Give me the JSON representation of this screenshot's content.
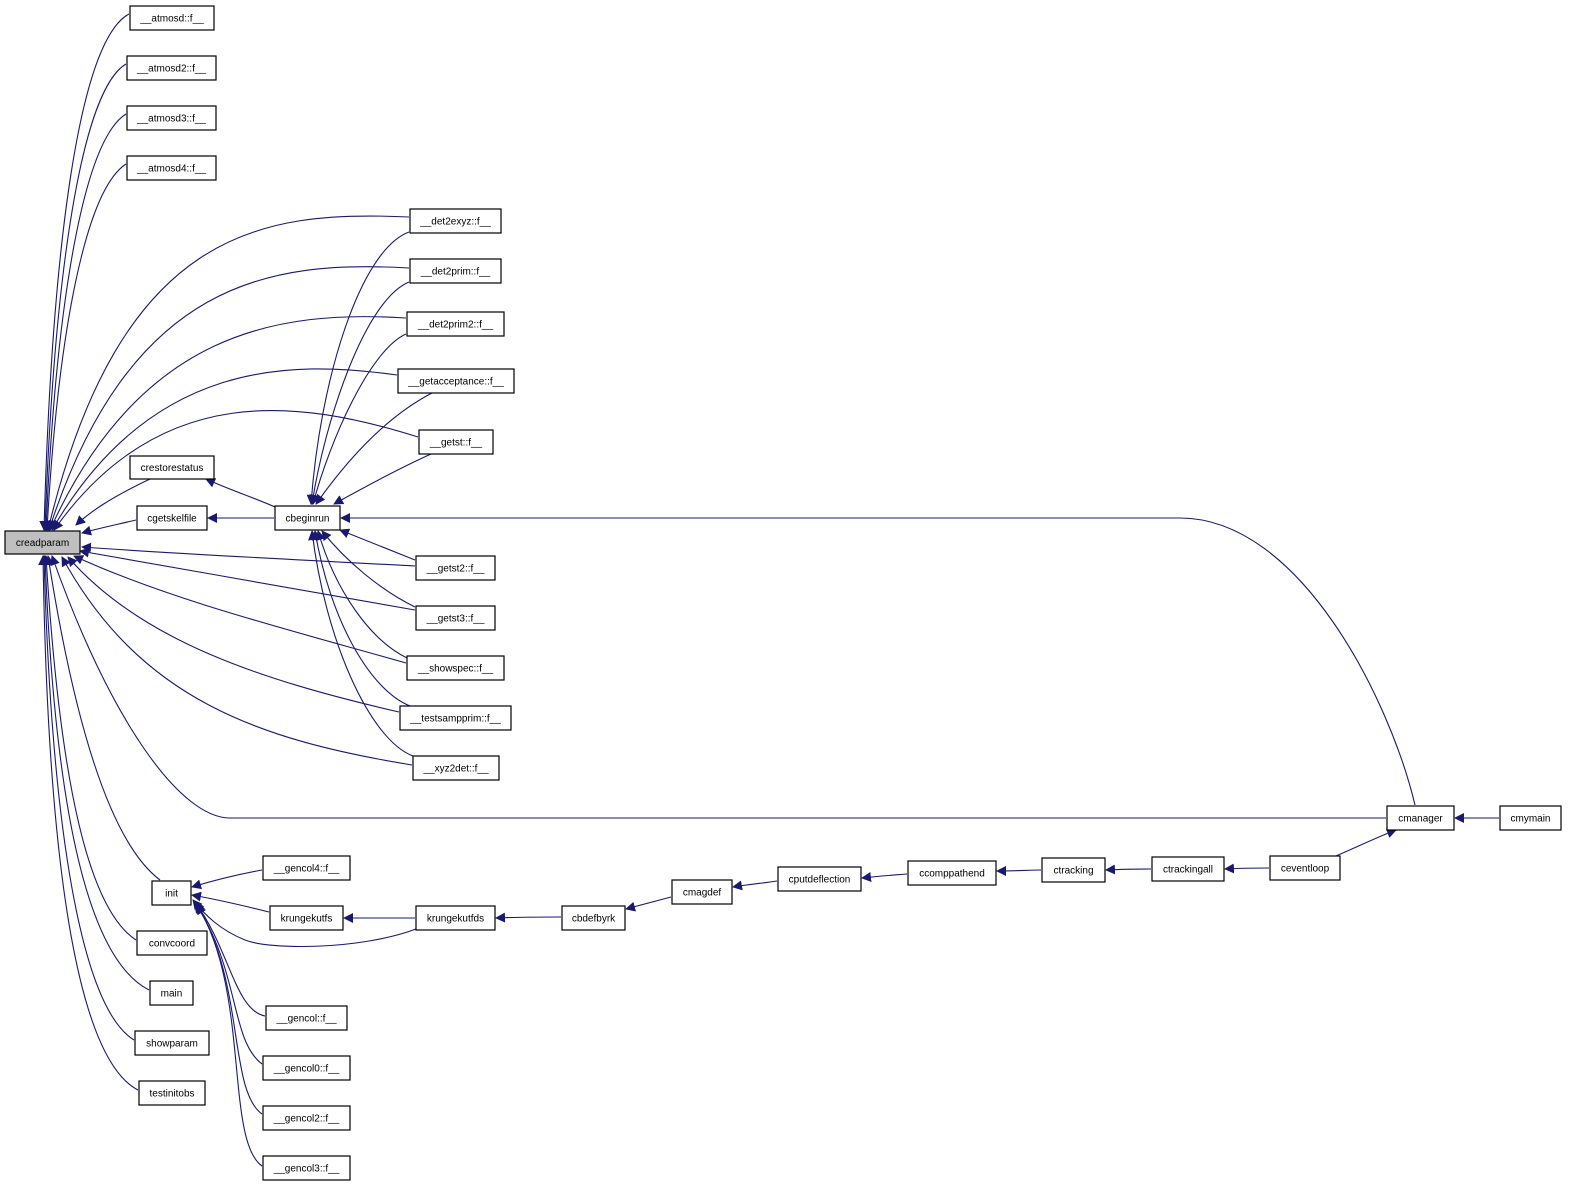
{
  "diagram": {
    "focus_node": "creadparam",
    "edge_color": "#191970",
    "focus_fill": "#bfbfbf",
    "nodes": [
      {
        "id": "creadparam",
        "label": "creadparam"
      },
      {
        "id": "atmosd",
        "label": "__atmosd::f__"
      },
      {
        "id": "atmosd2",
        "label": "__atmosd2::f__"
      },
      {
        "id": "atmosd3",
        "label": "__atmosd3::f__"
      },
      {
        "id": "atmosd4",
        "label": "__atmosd4::f__"
      },
      {
        "id": "det2exyz",
        "label": "__det2exyz::f__"
      },
      {
        "id": "det2prim",
        "label": "__det2prim::f__"
      },
      {
        "id": "det2prim2",
        "label": "__det2prim2::f__"
      },
      {
        "id": "getacceptance",
        "label": "__getacceptance::f__"
      },
      {
        "id": "getst",
        "label": "__getst::f__"
      },
      {
        "id": "crestorestatus",
        "label": "crestorestatus"
      },
      {
        "id": "cgetskelfile",
        "label": "cgetskelfile"
      },
      {
        "id": "cbeginrun",
        "label": "cbeginrun"
      },
      {
        "id": "getst2",
        "label": "__getst2::f__"
      },
      {
        "id": "getst3",
        "label": "__getst3::f__"
      },
      {
        "id": "showspec",
        "label": "__showspec::f__"
      },
      {
        "id": "testsampprim",
        "label": "__testsampprim::f__"
      },
      {
        "id": "xyz2det",
        "label": "__xyz2det::f__"
      },
      {
        "id": "cmanager",
        "label": "cmanager"
      },
      {
        "id": "cmymain",
        "label": "cmymain"
      },
      {
        "id": "gencol4",
        "label": "__gencol4::f__"
      },
      {
        "id": "init",
        "label": "init"
      },
      {
        "id": "krungekutfs",
        "label": "krungekutfs"
      },
      {
        "id": "krungekutfds",
        "label": "krungekutfds"
      },
      {
        "id": "cbdefbyrk",
        "label": "cbdefbyrk"
      },
      {
        "id": "cmagdef",
        "label": "cmagdef"
      },
      {
        "id": "cputdeflection",
        "label": "cputdeflection"
      },
      {
        "id": "ccomppathend",
        "label": "ccomppathend"
      },
      {
        "id": "ctracking",
        "label": "ctracking"
      },
      {
        "id": "ctrackingall",
        "label": "ctrackingall"
      },
      {
        "id": "ceventloop",
        "label": "ceventloop"
      },
      {
        "id": "convcoord",
        "label": "convcoord"
      },
      {
        "id": "main",
        "label": "main"
      },
      {
        "id": "showparam",
        "label": "showparam"
      },
      {
        "id": "testinitobs",
        "label": "testinitobs"
      },
      {
        "id": "gencol",
        "label": "__gencol::f__"
      },
      {
        "id": "gencol0",
        "label": "__gencol0::f__"
      },
      {
        "id": "gencol2",
        "label": "__gencol2::f__"
      },
      {
        "id": "gencol3",
        "label": "__gencol3::f__"
      }
    ],
    "edges": [
      {
        "from": "atmosd",
        "to": "creadparam"
      },
      {
        "from": "atmosd2",
        "to": "creadparam"
      },
      {
        "from": "atmosd3",
        "to": "creadparam"
      },
      {
        "from": "atmosd4",
        "to": "creadparam"
      },
      {
        "from": "det2exyz",
        "to": "creadparam"
      },
      {
        "from": "det2prim",
        "to": "creadparam"
      },
      {
        "from": "det2prim2",
        "to": "creadparam"
      },
      {
        "from": "getacceptance",
        "to": "creadparam"
      },
      {
        "from": "getst",
        "to": "creadparam"
      },
      {
        "from": "crestorestatus",
        "to": "creadparam"
      },
      {
        "from": "cgetskelfile",
        "to": "creadparam"
      },
      {
        "from": "getst2",
        "to": "creadparam"
      },
      {
        "from": "getst3",
        "to": "creadparam"
      },
      {
        "from": "showspec",
        "to": "creadparam"
      },
      {
        "from": "testsampprim",
        "to": "creadparam"
      },
      {
        "from": "xyz2det",
        "to": "creadparam"
      },
      {
        "from": "cmanager",
        "to": "creadparam"
      },
      {
        "from": "init",
        "to": "creadparam"
      },
      {
        "from": "convcoord",
        "to": "creadparam"
      },
      {
        "from": "main",
        "to": "creadparam"
      },
      {
        "from": "showparam",
        "to": "creadparam"
      },
      {
        "from": "testinitobs",
        "to": "creadparam"
      },
      {
        "from": "cbeginrun",
        "to": "crestorestatus"
      },
      {
        "from": "cbeginrun",
        "to": "cgetskelfile"
      },
      {
        "from": "det2exyz",
        "to": "cbeginrun"
      },
      {
        "from": "det2prim",
        "to": "cbeginrun"
      },
      {
        "from": "det2prim2",
        "to": "cbeginrun"
      },
      {
        "from": "getacceptance",
        "to": "cbeginrun"
      },
      {
        "from": "getst",
        "to": "cbeginrun"
      },
      {
        "from": "getst2",
        "to": "cbeginrun"
      },
      {
        "from": "getst3",
        "to": "cbeginrun"
      },
      {
        "from": "showspec",
        "to": "cbeginrun"
      },
      {
        "from": "testsampprim",
        "to": "cbeginrun"
      },
      {
        "from": "xyz2det",
        "to": "cbeginrun"
      },
      {
        "from": "cmanager",
        "to": "cbeginrun"
      },
      {
        "from": "cmymain",
        "to": "cmanager"
      },
      {
        "from": "ceventloop",
        "to": "cmanager"
      },
      {
        "from": "gencol4",
        "to": "init"
      },
      {
        "from": "krungekutfs",
        "to": "init"
      },
      {
        "from": "krungekutfds",
        "to": "init"
      },
      {
        "from": "gencol",
        "to": "init"
      },
      {
        "from": "gencol0",
        "to": "init"
      },
      {
        "from": "gencol2",
        "to": "init"
      },
      {
        "from": "gencol3",
        "to": "init"
      },
      {
        "from": "krungekutfds",
        "to": "krungekutfs"
      },
      {
        "from": "cbdefbyrk",
        "to": "krungekutfds"
      },
      {
        "from": "cmagdef",
        "to": "cbdefbyrk"
      },
      {
        "from": "cputdeflection",
        "to": "cmagdef"
      },
      {
        "from": "ccomppathend",
        "to": "cputdeflection"
      },
      {
        "from": "ctracking",
        "to": "ccomppathend"
      },
      {
        "from": "ctrackingall",
        "to": "ctracking"
      },
      {
        "from": "ceventloop",
        "to": "ctrackingall"
      }
    ]
  }
}
